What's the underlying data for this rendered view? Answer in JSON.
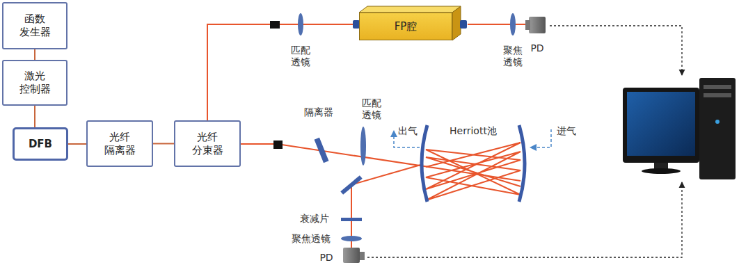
{
  "diagram": {
    "nodes": [
      {
        "text": [
          "函数 发生器"
        ]
      },
      {
        "text": [
          "激光 控制器"
        ]
      },
      {
        "text": [
          "DFB"
        ]
      },
      {
        "text": [
          "光纤 隔离器"
        ]
      },
      {
        "text": [
          "光纤 分束器"
        ]
      },
      {
        "text": [
          "FP腔"
        ]
      }
    ],
    "edges": [
      {
        "from": 0,
        "to": 1,
        "arrow": "none"
      },
      {
        "from": 1,
        "to": 2,
        "arrow": "none"
      },
      {
        "from": 2,
        "to": 3,
        "arrow": "none"
      },
      {
        "from": 3,
        "to": 4,
        "arrow": "none"
      }
    ],
    "labels": [
      "匹配 透镜",
      "聚焦 透镜",
      "PD",
      "隔离器",
      "匹配 透镜",
      "出气",
      "Herriott池",
      "进气",
      "衰减片",
      "聚焦透镜",
      "PD"
    ]
  }
}
